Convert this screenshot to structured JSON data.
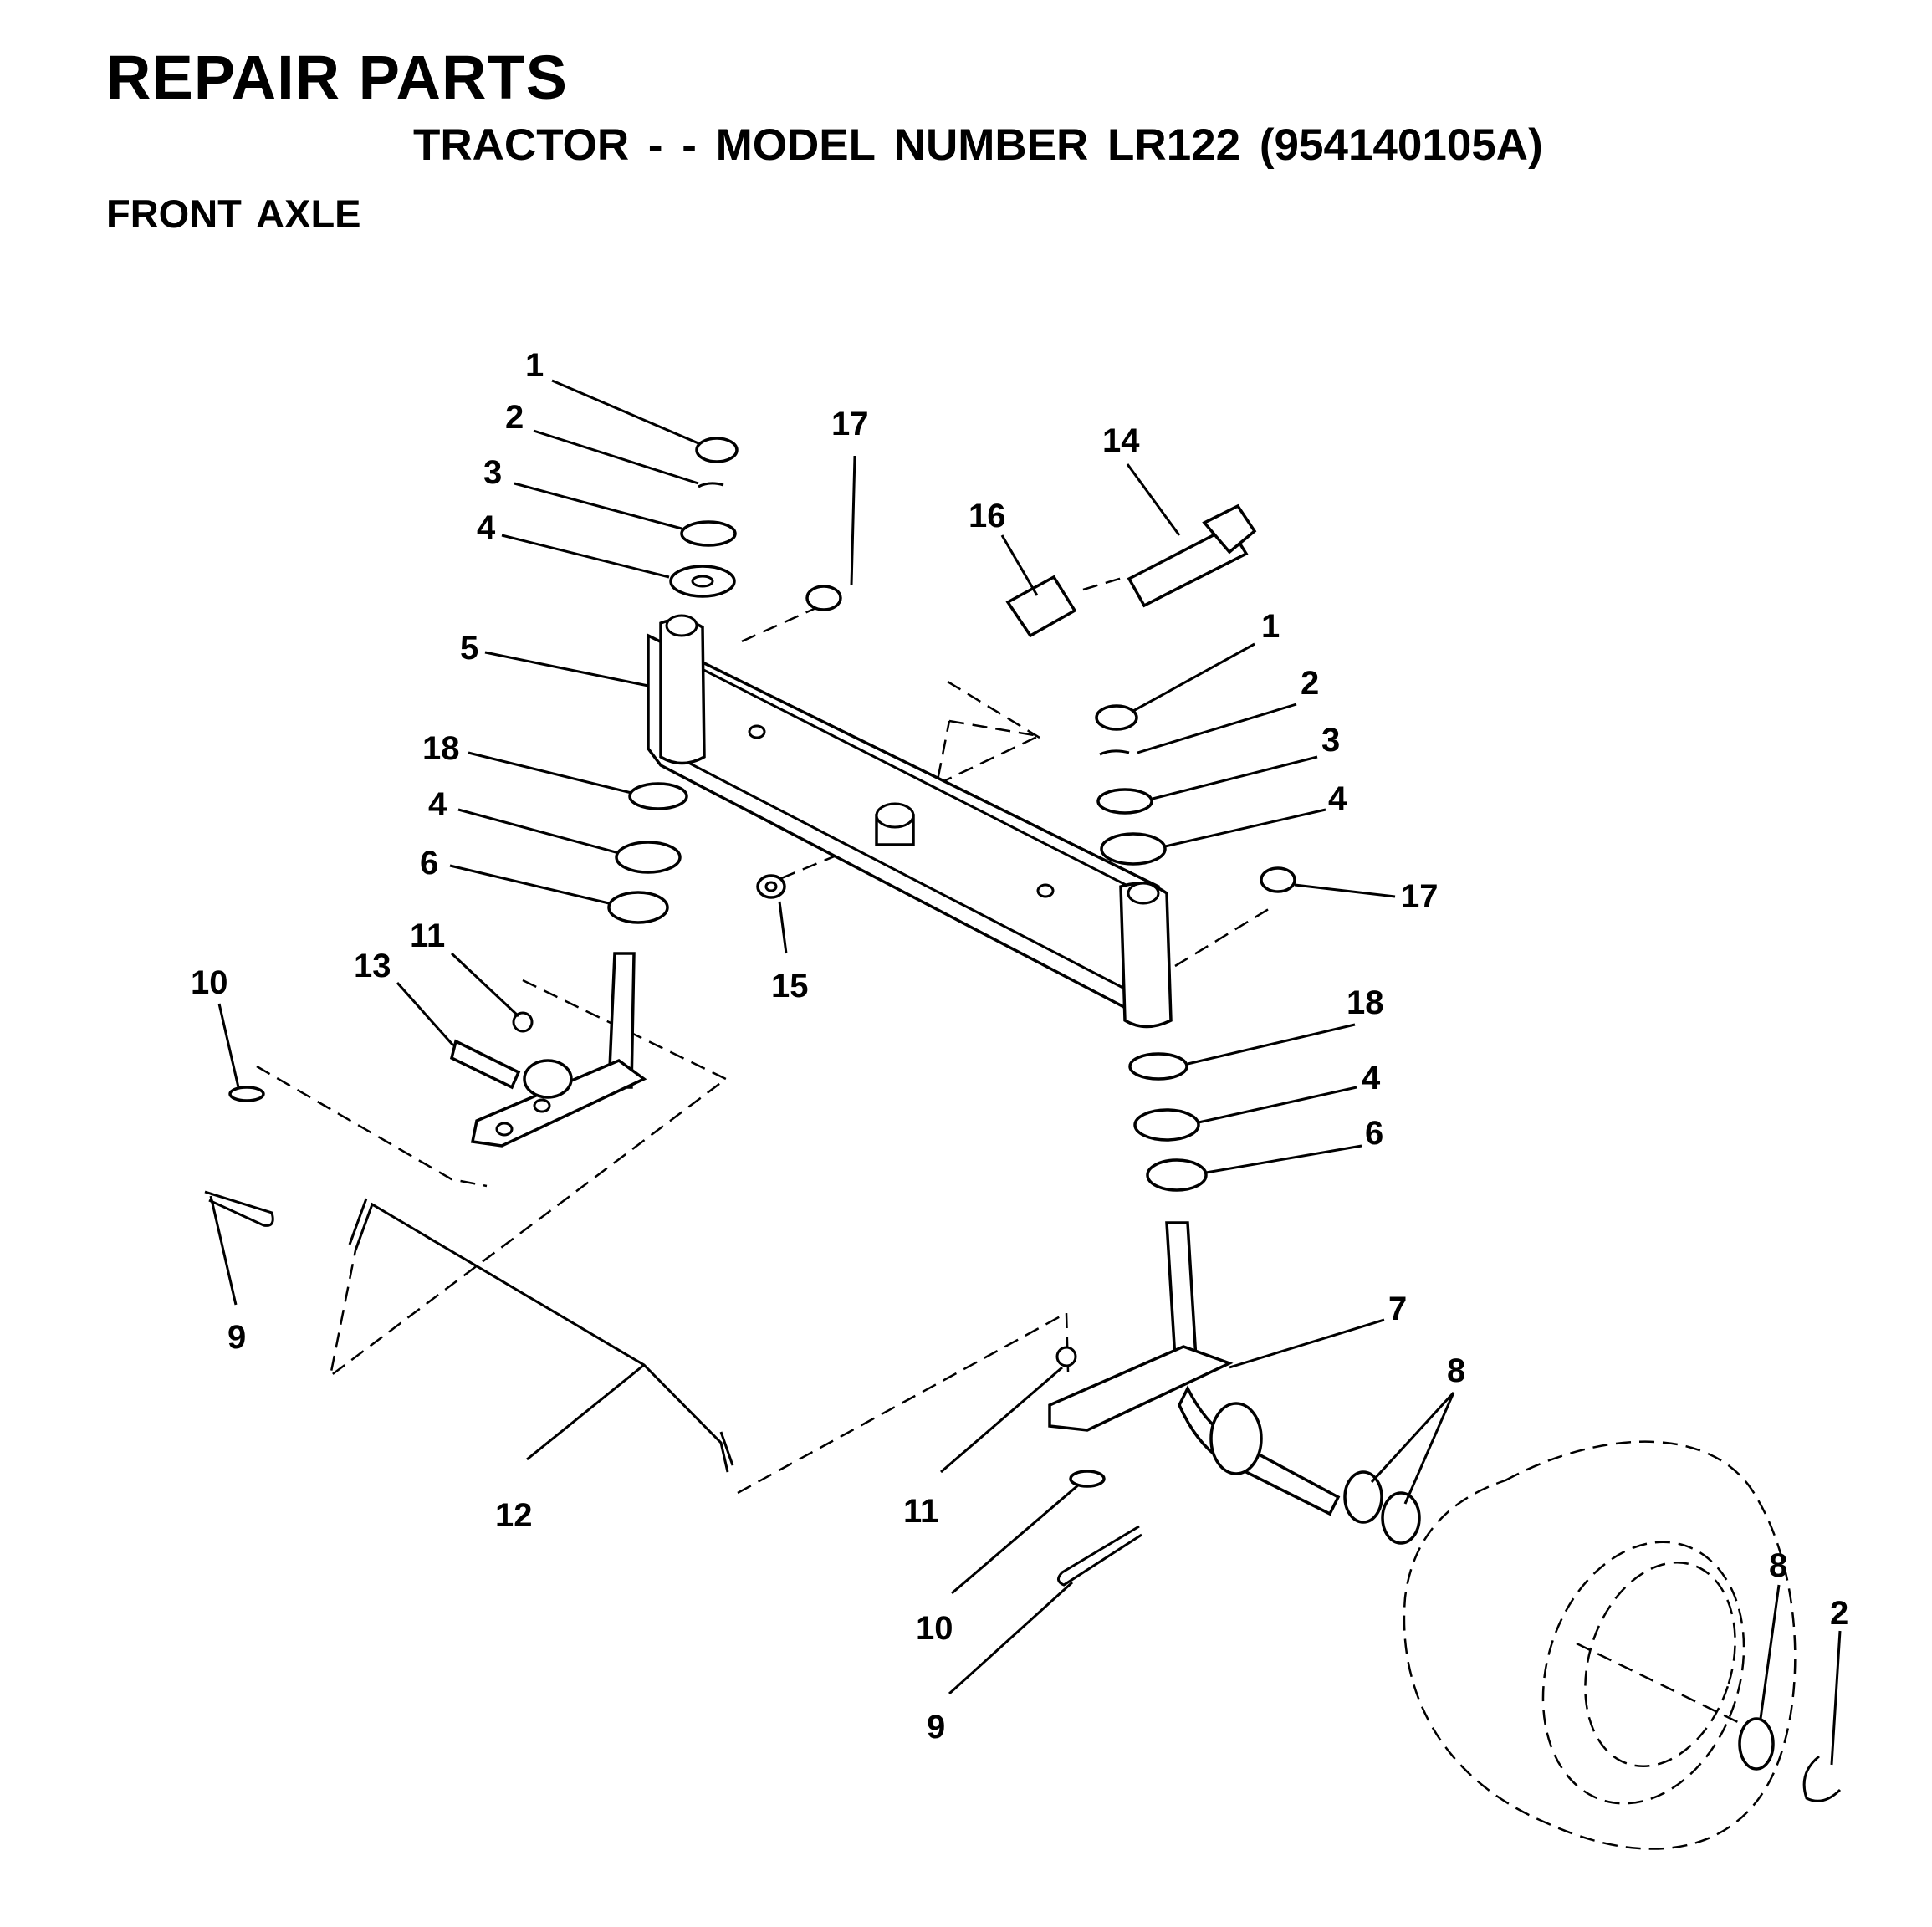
{
  "header": {
    "title": "REPAIR PARTS",
    "subtitle": "TRACTOR - - MODEL NUMBER LR122 (954140105A)",
    "section": "FRONT AXLE"
  },
  "callouts": [
    {
      "id": "c1a",
      "num": "1"
    },
    {
      "id": "c2a",
      "num": "2"
    },
    {
      "id": "c3a",
      "num": "3"
    },
    {
      "id": "c4a",
      "num": "4"
    },
    {
      "id": "c5",
      "num": "5"
    },
    {
      "id": "c18a",
      "num": "18"
    },
    {
      "id": "c4b",
      "num": "4"
    },
    {
      "id": "c6a",
      "num": "6"
    },
    {
      "id": "c17a",
      "num": "17"
    },
    {
      "id": "c14",
      "num": "14"
    },
    {
      "id": "c16",
      "num": "16"
    },
    {
      "id": "c1b",
      "num": "1"
    },
    {
      "id": "c2b",
      "num": "2"
    },
    {
      "id": "c3b",
      "num": "3"
    },
    {
      "id": "c4c",
      "num": "4"
    },
    {
      "id": "c17b",
      "num": "17"
    },
    {
      "id": "c15",
      "num": "15"
    },
    {
      "id": "c18b",
      "num": "18"
    },
    {
      "id": "c4d",
      "num": "4"
    },
    {
      "id": "c6b",
      "num": "6"
    },
    {
      "id": "c10a",
      "num": "10"
    },
    {
      "id": "c13",
      "num": "13"
    },
    {
      "id": "c11a",
      "num": "11"
    },
    {
      "id": "c9a",
      "num": "9"
    },
    {
      "id": "c7",
      "num": "7"
    },
    {
      "id": "c8a",
      "num": "8"
    },
    {
      "id": "c12",
      "num": "12"
    },
    {
      "id": "c11b",
      "num": "11"
    },
    {
      "id": "c10b",
      "num": "10"
    },
    {
      "id": "c9b",
      "num": "9"
    },
    {
      "id": "c8b",
      "num": "8"
    },
    {
      "id": "c2c",
      "num": "2"
    }
  ]
}
